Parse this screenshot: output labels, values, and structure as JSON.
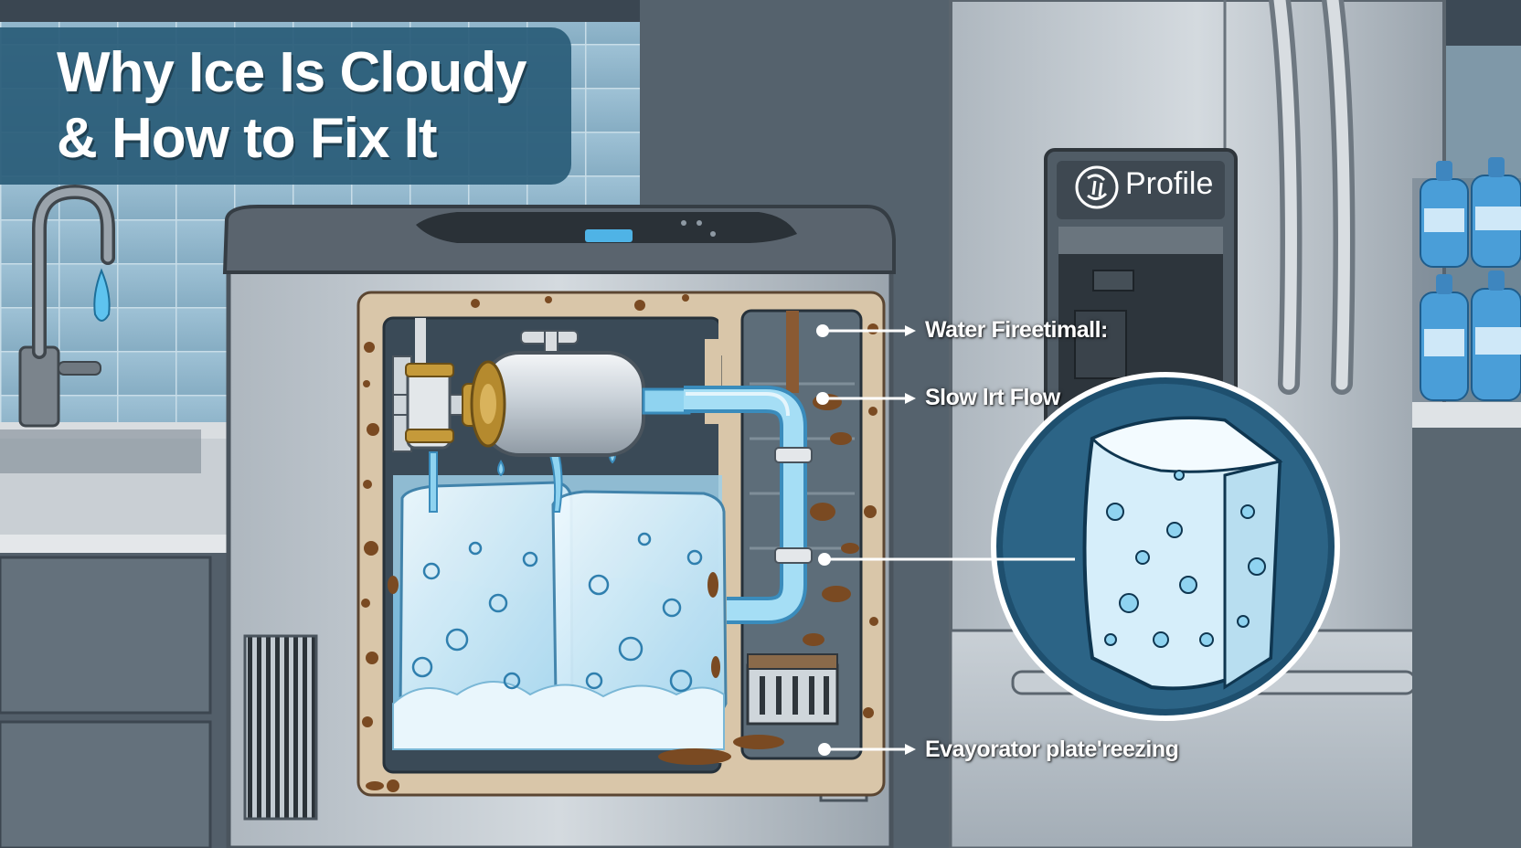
{
  "title": {
    "line1": "Why Ice Is Cloudy",
    "line2": "& How to Fix It"
  },
  "callouts": [
    {
      "label": "Water Fireetimall:"
    },
    {
      "label": "Slow lrt Flow"
    },
    {
      "label": "Evayorator plate'reezing"
    }
  ],
  "fridge": {
    "brand": "Profile",
    "logo_icon": "ge-logo-icon"
  },
  "colors": {
    "title_panel": "#2a5c78",
    "water": "#8fd3f0",
    "ice": "#dff2fb",
    "grime": "#7a4a22",
    "callout_line": "#ffffff",
    "zoom_ring": "#1e4f6e"
  }
}
